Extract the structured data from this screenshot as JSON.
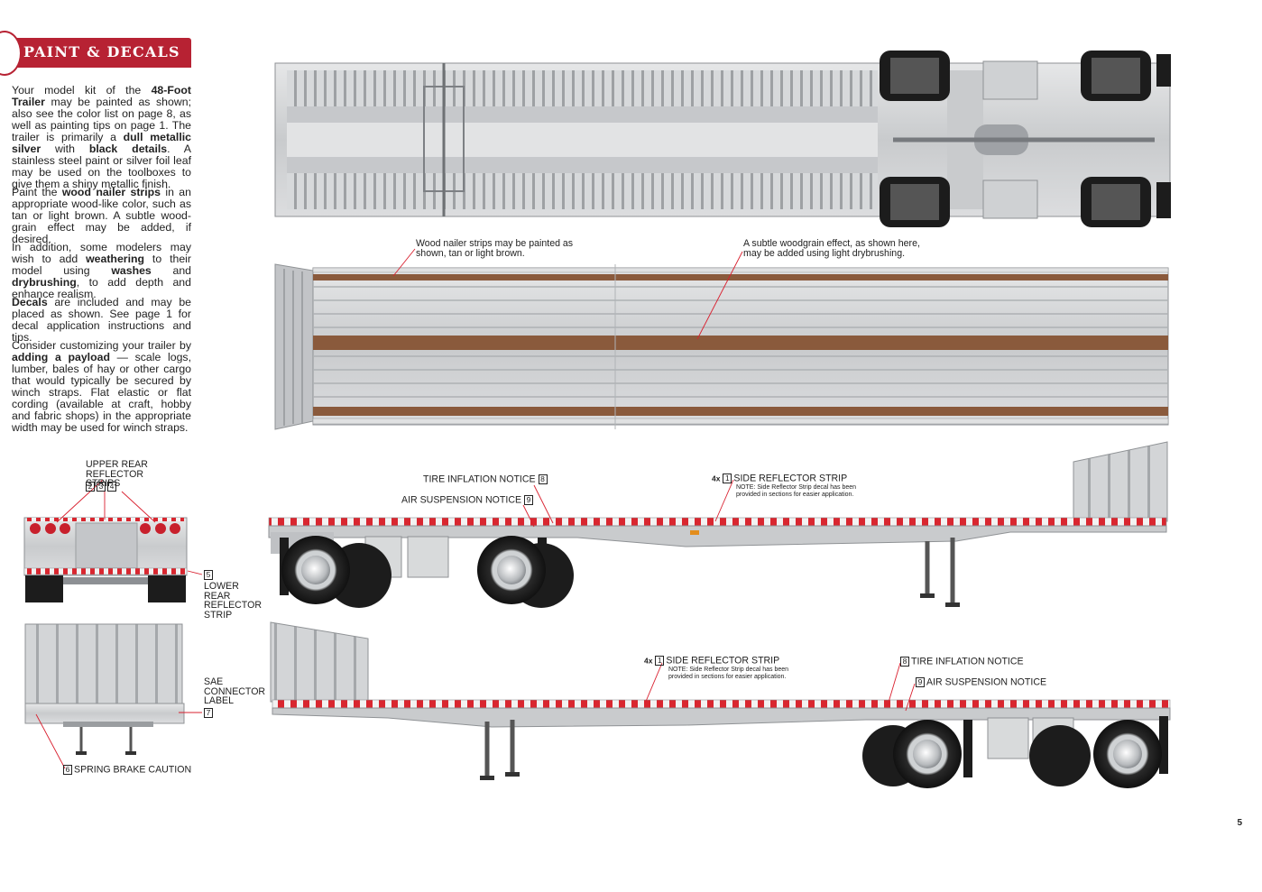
{
  "header": {
    "title": "PAINT & DECALS"
  },
  "paragraphs": [
    [
      {
        "t": "Your model kit of the "
      },
      {
        "t": "48-Foot Trailer",
        "b": true
      },
      {
        "t": " may be painted as shown; also see the color list on page 8, as well as painting tips on page 1. The trailer is primarily a "
      },
      {
        "t": "dull metallic silver",
        "b": true
      },
      {
        "t": " with "
      },
      {
        "t": "black details",
        "b": true
      },
      {
        "t": ". A stainless steel paint or silver foil leaf may be used on the toolboxes to give them a shiny metallic finish."
      }
    ],
    [
      {
        "t": "Paint the "
      },
      {
        "t": "wood nailer strips",
        "b": true
      },
      {
        "t": " in an appropriate wood-like color, such as tan or light brown. A subtle wood-grain effect may be added, if desired."
      }
    ],
    [
      {
        "t": "In addition, some modelers may wish to add "
      },
      {
        "t": "weathering",
        "b": true
      },
      {
        "t": " to their model using "
      },
      {
        "t": "washes",
        "b": true
      },
      {
        "t": " and "
      },
      {
        "t": "drybrushing",
        "b": true
      },
      {
        "t": ", to add depth and enhance realism."
      }
    ],
    [
      {
        "t": "Decals",
        "b": true
      },
      {
        "t": " are included and may be placed as shown. See page 1 for decal application instructions and tips."
      }
    ],
    [
      {
        "t": "Consider customizing your trailer by "
      },
      {
        "t": "adding a payload",
        "b": true
      },
      {
        "t": " — scale logs, lumber, bales of hay or other cargo that would typically be secured by winch straps. Flat elastic or flat cording (available at craft, hobby and fabric shops) in the appropriate width may be used for winch straps."
      }
    ]
  ],
  "deck_callouts": {
    "wood": "Wood nailer strips may be painted as shown, tan or light brown.",
    "grain": "A subtle woodgrain effect, as shown here, may be added using light drybrushing."
  },
  "rear_labels": {
    "upper": "UPPER REAR REFLECTOR STRIPS",
    "upper_numbers": [
      "2",
      "3",
      "4"
    ],
    "lower_number": "5",
    "lower": "LOWER REAR REFLECTOR STRIP",
    "sae": "SAE CONNECTOR LABEL",
    "sae_number": "7",
    "brake_number": "6",
    "brake": "SPRING BRAKE CAUTION"
  },
  "side1": {
    "tire_number": "8",
    "tire": "TIRE INFLATION NOTICE",
    "air_number": "9",
    "air": "AIR SUSPENSION NOTICE",
    "qty": "4x",
    "strip_number": "1",
    "strip": "SIDE REFLECTOR STRIP",
    "strip_note": "NOTE: Side Reflector Strip decal has been provided in sections for easier application."
  },
  "side2": {
    "qty": "4x",
    "strip_number": "1",
    "strip": "SIDE REFLECTOR STRIP",
    "strip_note": "NOTE: Side Reflector Strip decal has been provided in sections for easier application.",
    "tire_number": "8",
    "tire": "TIRE INFLATION NOTICE",
    "air_number": "9",
    "air": "AIR SUSPENSION NOTICE"
  },
  "page_number": "5",
  "colors": {
    "accent": "#b72233",
    "leader": "#d9202f",
    "wood": "#8a5a3c",
    "silver": "#cfd1d3",
    "reflector_red": "#d9262f"
  }
}
